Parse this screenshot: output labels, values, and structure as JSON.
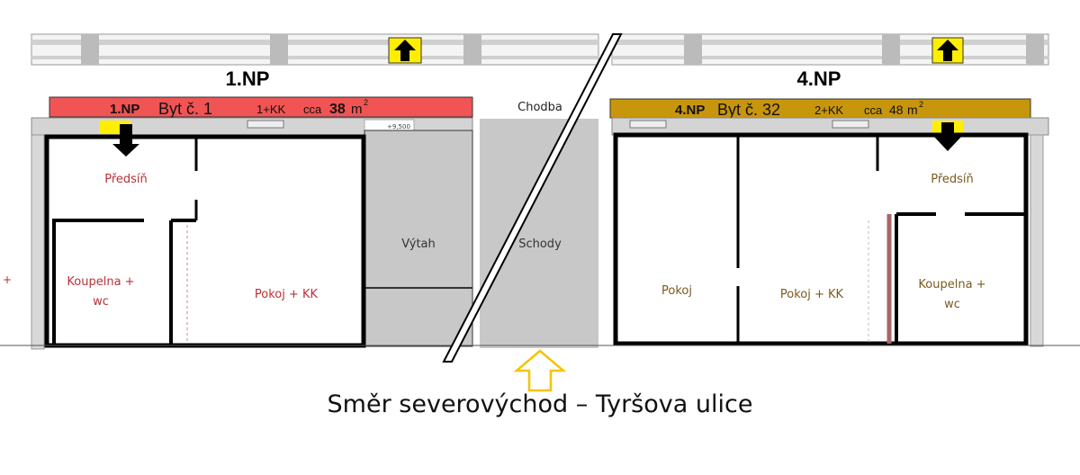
{
  "headings": {
    "left": "1.NP",
    "right": "4.NP"
  },
  "banners": {
    "left": {
      "floor": "1.NP",
      "unit": "Byt č. 1",
      "layout": "1+KK",
      "area_prefix": "cca",
      "area": "38",
      "unit_m": "m",
      "sup": "2",
      "color": "#f05454"
    },
    "right": {
      "floor": "4.NP",
      "unit": "Byt č. 32",
      "layout": "2+KK",
      "area_prefix": "cca",
      "area": "48",
      "unit_m": "m",
      "sup": "2",
      "color": "#c8960c"
    }
  },
  "corridor": "Chodba",
  "elevation_mark": "+9,500",
  "left_rooms": {
    "hall": "Předsíň",
    "bath1": "Koupelna +",
    "bath2": "wc",
    "living": "Pokoj + KK"
  },
  "core": {
    "lift": "Výtah",
    "stairs": "Schody"
  },
  "right_rooms": {
    "room": "Pokoj",
    "living": "Pokoj + KK",
    "hall": "Předsíň",
    "bath1": "Koupelna +",
    "bath2": "wc"
  },
  "edge_mark": "+",
  "caption": "Směr severovýchod – Tyršova ulice",
  "colors": {
    "wall": "#cfcfcf",
    "core": "#c8c8c8",
    "arrow_box": "#ffee00",
    "direction_arrow": "#f5c400"
  }
}
